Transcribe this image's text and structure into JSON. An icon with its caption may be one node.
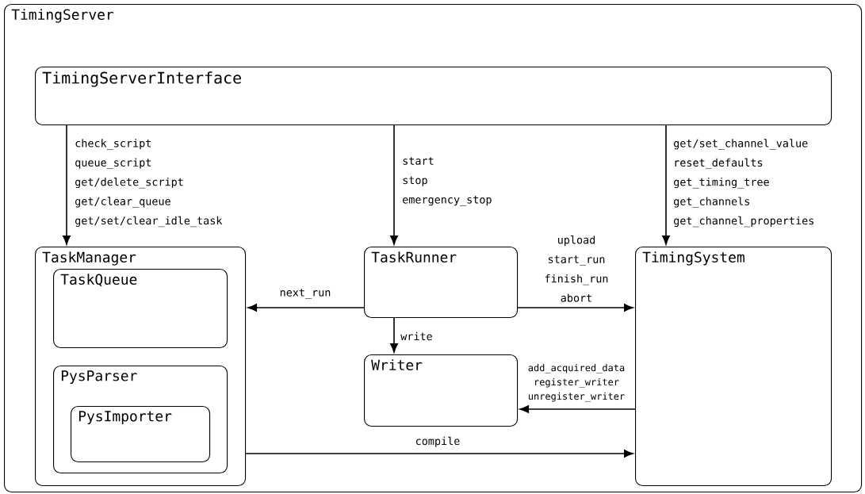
{
  "diagram": {
    "nodes": [
      {
        "text": [
          "TimingServer"
        ]
      },
      {
        "text": [
          "TimingServerInterface"
        ],
        "in": 0
      },
      {
        "text": [
          "TaskManager"
        ],
        "in": 0
      },
      {
        "text": [
          "TaskQueue"
        ],
        "in": 2
      },
      {
        "text": [
          "PysParser"
        ],
        "in": 2
      },
      {
        "text": [
          "PysImporter"
        ],
        "in": 4
      },
      {
        "text": [
          "TaskRunner"
        ],
        "in": 0
      },
      {
        "text": [
          "Writer"
        ],
        "in": 0
      },
      {
        "text": [
          "TimingSystem"
        ],
        "in": 0
      }
    ],
    "edges": [
      {
        "from": 1,
        "to": 2,
        "arrow": "to",
        "label": "check_script queue_script get/delete_script get/clear_queue get/set/clear_idle_task"
      },
      {
        "from": 1,
        "to": 6,
        "arrow": "to",
        "label": "start stop emergency_stop"
      },
      {
        "from": 1,
        "to": 8,
        "arrow": "to",
        "label": "get/set_channel_value reset_defaults get_timing_tree get_channels get_channel_properties"
      },
      {
        "from": 6,
        "to": 2,
        "arrow": "to",
        "label": "next_run"
      },
      {
        "from": 6,
        "to": 8,
        "arrow": "to",
        "label": "upload start_run finish_run abort"
      },
      {
        "from": 6,
        "to": 7,
        "arrow": "to",
        "label": "write"
      },
      {
        "from": 8,
        "to": 7,
        "arrow": "to",
        "label": "add_acquired_data register_writer unregister_writer"
      },
      {
        "from": 2,
        "to": 8,
        "arrow": "to",
        "label": "compile"
      }
    ]
  }
}
